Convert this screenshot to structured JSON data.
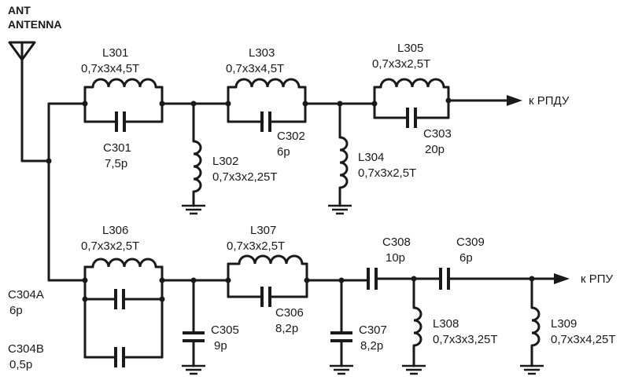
{
  "antenna": {
    "line1": "ANT",
    "line2": "ANTENNA"
  },
  "outputs": {
    "top": "к РПДУ",
    "bottom": "к РПУ"
  },
  "components": {
    "L301": {
      "name": "L301",
      "value": "0,7x3x4,5T"
    },
    "L302": {
      "name": "L302",
      "value": "0,7x3x2,25T"
    },
    "L303": {
      "name": "L303",
      "value": "0,7x3x4,5T"
    },
    "L304": {
      "name": "L304",
      "value": "0,7x3x2,5T"
    },
    "L305": {
      "name": "L305",
      "value": "0,7x3x2,5T"
    },
    "L306": {
      "name": "L306",
      "value": "0,7x3x2,5T"
    },
    "L307": {
      "name": "L307",
      "value": "0,7x3x2,5T"
    },
    "L308": {
      "name": "L308",
      "value": "0,7x3x3,25T"
    },
    "L309": {
      "name": "L309",
      "value": "0,7x3x4,25T"
    },
    "C301": {
      "name": "C301",
      "value": "7,5p"
    },
    "C302": {
      "name": "C302",
      "value": "6p"
    },
    "C303": {
      "name": "C303",
      "value": "20p"
    },
    "C304A": {
      "name": "C304A",
      "value": "6p"
    },
    "C304B": {
      "name": "C304B",
      "value": "0,5p"
    },
    "C305": {
      "name": "C305",
      "value": "9p"
    },
    "C306": {
      "name": "C306",
      "value": "8,2p"
    },
    "C307": {
      "name": "C307",
      "value": "8,2p"
    },
    "C308": {
      "name": "C308",
      "value": "10p"
    },
    "C309": {
      "name": "C309",
      "value": "6p"
    }
  }
}
